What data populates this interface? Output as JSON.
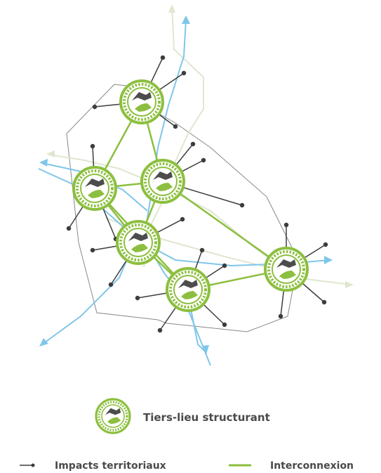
{
  "legend": {
    "structuring_hub": "Tiers-lieu structurant",
    "territorial_impacts": "Impacts territoriaux",
    "interconnection": "Interconnexion"
  },
  "colors": {
    "hub_green": "#8cbf3f",
    "hub_dark": "#4d4d4d",
    "impact_line": "#3d3d3d",
    "interconnection": "#8cbf3f",
    "river_blue": "#7fc6ea",
    "road_beige": "#dfe7cf",
    "territory_outline": "#888888"
  },
  "icons": {
    "hub": "hands-house-icon"
  }
}
